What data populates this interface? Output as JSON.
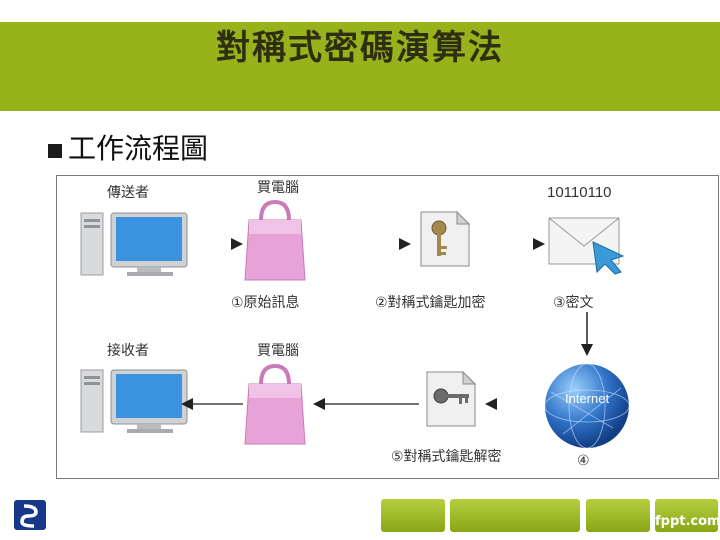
{
  "title": "對稱式密碼演算法",
  "subtitle": "工作流程圖",
  "diagram": {
    "sender": "傳送者",
    "receiver": "接收者",
    "shop_top": "買電腦",
    "shop_bottom": "買電腦",
    "binary": "10110110",
    "step1": "①原始訊息",
    "step2": "②對稱式鑰匙加密",
    "step3": "③密文",
    "step4": "④",
    "step5": "⑤對稱式鑰匙解密",
    "internet": "Internet"
  },
  "footer": {
    "brand": "fppt.com"
  },
  "colors": {
    "title_bar": "#97b21b",
    "title_text": "#2e2f11",
    "monitor_blue": "#3b93e0",
    "bag_pink": "#e7a3d8"
  }
}
